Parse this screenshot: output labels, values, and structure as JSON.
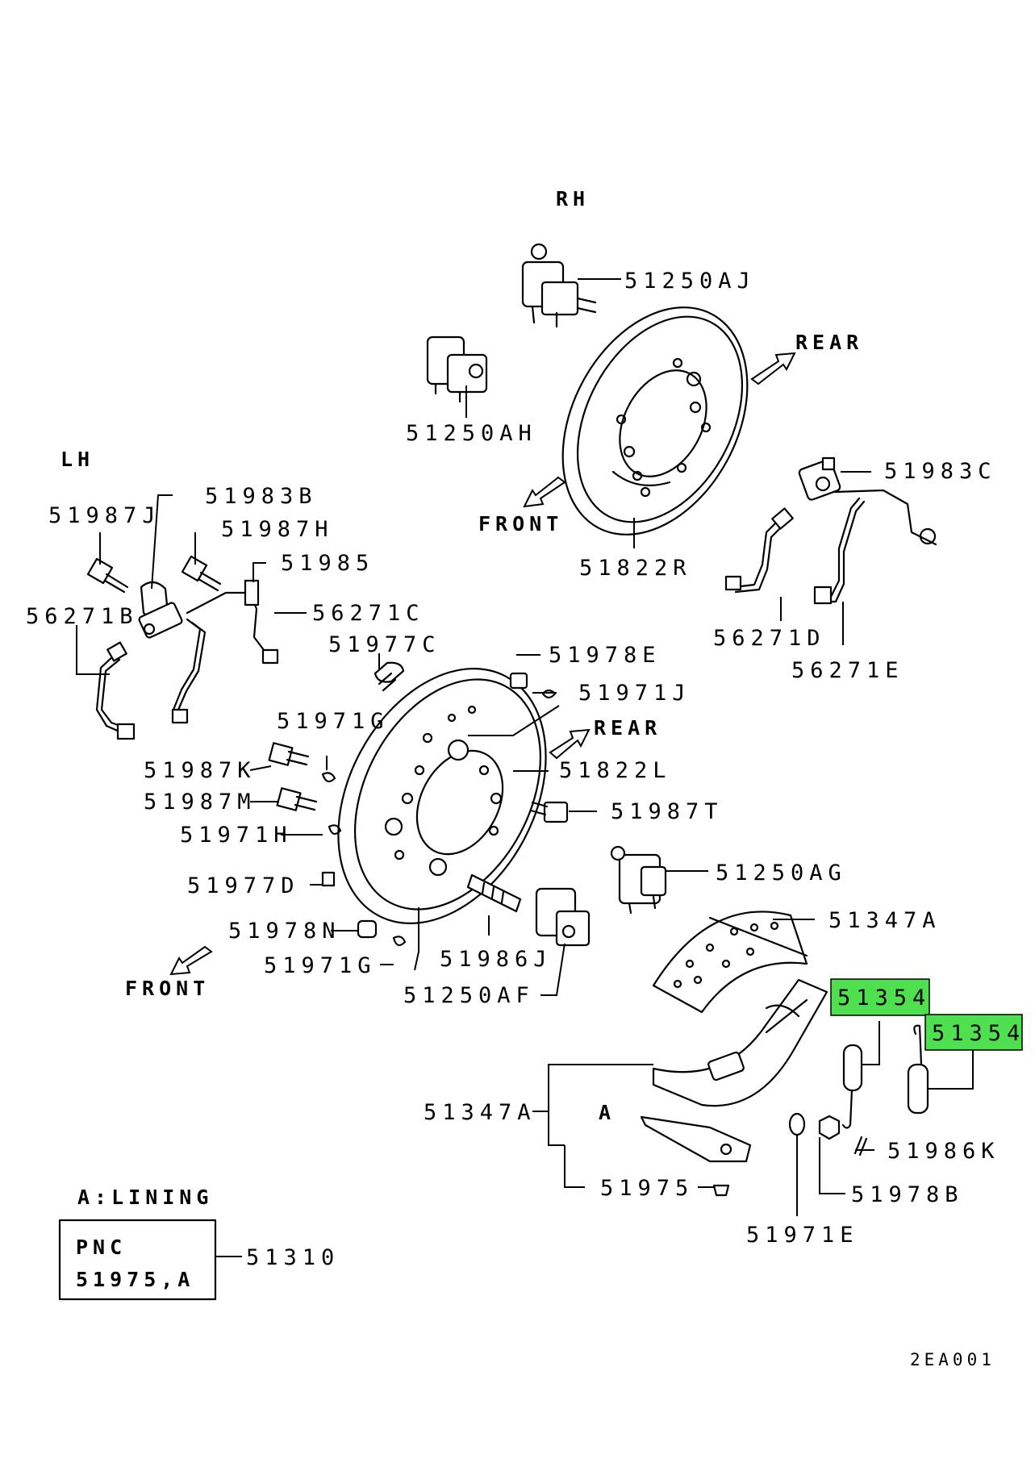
{
  "diagram": {
    "sides": {
      "rh": "RH",
      "lh": "LH"
    },
    "directions": {
      "rear_top": "REAR",
      "front_top": "FRONT",
      "rear_mid": "REAR",
      "front_bottom": "FRONT"
    },
    "parts": {
      "p51250AJ": "51250AJ",
      "p51250AH": "51250AH",
      "p51822R": "51822R",
      "p51983C": "51983C",
      "p56271D": "56271D",
      "p56271E": "56271E",
      "p51987J": "51987J",
      "p51983B": "51983B",
      "p51987H": "51987H",
      "p51985": "51985",
      "p56271B": "56271B",
      "p56271C": "56271C",
      "p51977C": "51977C",
      "p51978E": "51978E",
      "p51971J": "51971J",
      "p51971G_top": "51971G",
      "p51822L": "51822L",
      "p51987K": "51987K",
      "p51987M": "51987M",
      "p51987T": "51987T",
      "p51971H": "51971H",
      "p51250AG": "51250AG",
      "p51977D": "51977D",
      "p51347A_top": "51347A",
      "p51978N": "51978N",
      "p51971G_bottom": "51971G",
      "p51986J": "51986J",
      "p51250AF": "51250AF",
      "p51354_a": "51354",
      "p51354_b": "51354",
      "p51347A_bottom": "51347A",
      "marker_a": "A",
      "p51986K": "51986K",
      "p51975": "51975",
      "p51978B": "51978B",
      "p51971E": "51971E",
      "p51310": "51310"
    },
    "lining_note": {
      "title": "A:LINING",
      "box_line1": "PNC",
      "box_line2": "51975,A"
    },
    "code": "2EA001"
  },
  "colors": {
    "highlight": "#4ee04e",
    "ink": "#000000",
    "background": "#ffffff"
  }
}
